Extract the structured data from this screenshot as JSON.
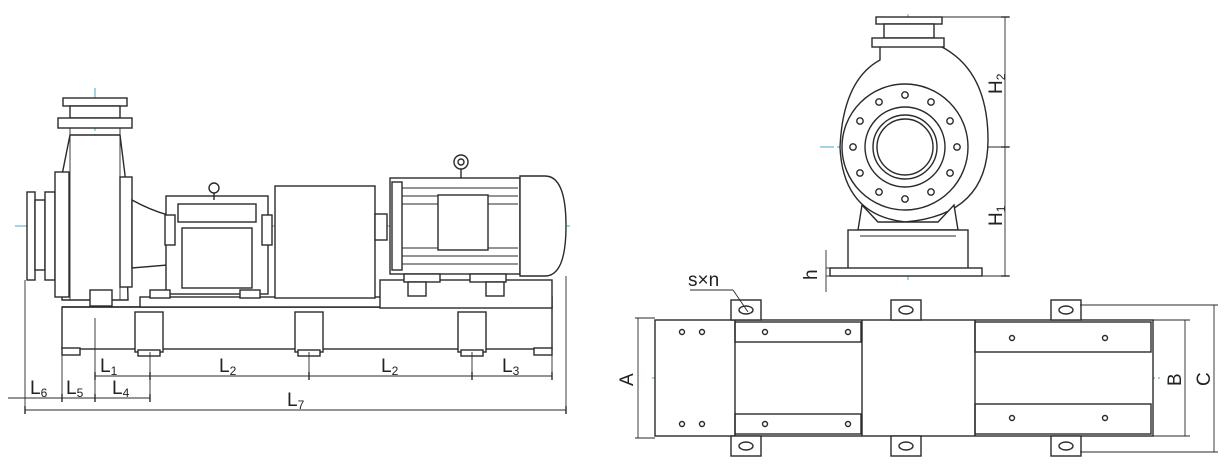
{
  "labels": {
    "L1": {
      "main": "L",
      "sub": "1"
    },
    "L2a": {
      "main": "L",
      "sub": "2"
    },
    "L2b": {
      "main": "L",
      "sub": "2"
    },
    "L3": {
      "main": "L",
      "sub": "3"
    },
    "L4": {
      "main": "L",
      "sub": "4"
    },
    "L5": {
      "main": "L",
      "sub": "5"
    },
    "L6": {
      "main": "L",
      "sub": "6"
    },
    "L7": {
      "main": "L",
      "sub": "7"
    },
    "H1": {
      "main": "H",
      "sub": "1"
    },
    "H2": {
      "main": "H",
      "sub": "2"
    },
    "h": "h",
    "sxn": "s×n",
    "A": "A",
    "B": "B",
    "C": "C"
  }
}
